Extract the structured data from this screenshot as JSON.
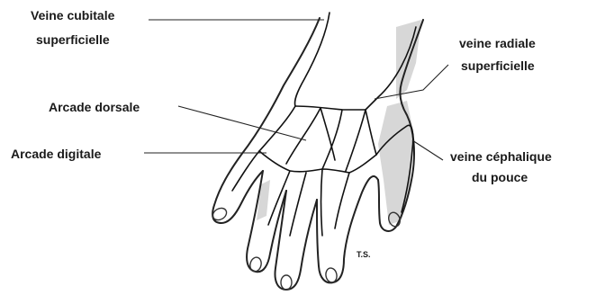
{
  "labels": {
    "veine_cubitale": {
      "line1": "Veine cubitale",
      "line2": "superficielle"
    },
    "veine_radiale": {
      "line1": "veine radiale",
      "line2": "superficielle"
    },
    "arcade_dorsale": "Arcade dorsale",
    "arcade_digitale": "Arcade digitale",
    "veine_cephalique": {
      "line1": "veine céphalique",
      "line2": "du pouce"
    },
    "signature": "T.S."
  },
  "colors": {
    "ink": "#1a1a1a",
    "shading": "#c9c9c9",
    "background": "#ffffff"
  }
}
